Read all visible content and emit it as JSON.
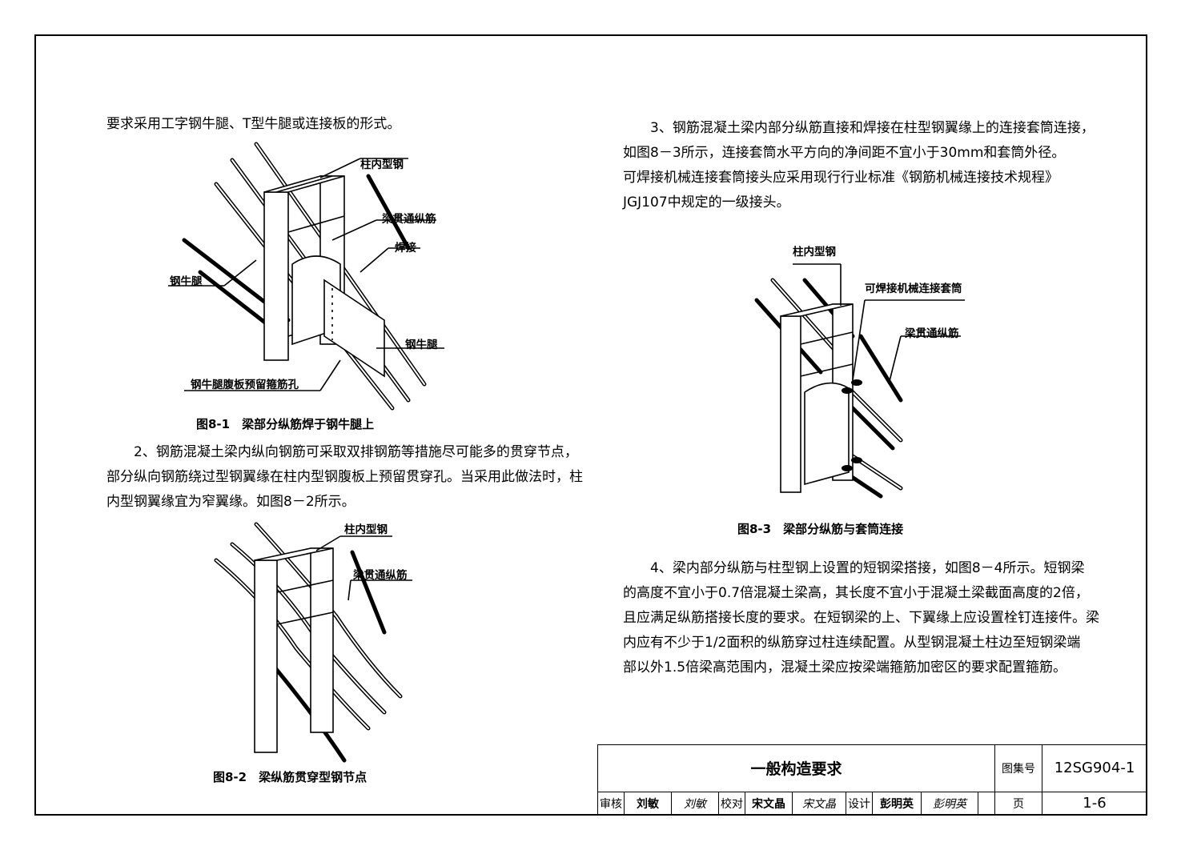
{
  "left": {
    "intro": "要求采用工字钢牛腿、T型牛腿或连接板的形式。",
    "fig1": {
      "caption": "图8-1　梁部分纵筋焊于钢牛腿上",
      "labels": [
        "柱内型钢",
        "梁贯通纵筋",
        "焊接",
        "钢牛腿",
        "钢牛腿",
        "钢牛腿腹板预留箍筋孔"
      ]
    },
    "para2": [
      "2、钢筋混凝土梁内纵向钢筋可采取双排钢筋等措施尽可能多的贯穿节点，",
      "部分纵向钢筋绕过型钢翼缘在柱内型钢腹板上预留贯穿孔。当采用此做法时，柱",
      "内型钢翼缘宜为窄翼缘。如图8－2所示。"
    ],
    "fig2": {
      "caption": "图8-2　梁纵筋贯穿型钢节点",
      "labels": [
        "柱内型钢",
        "梁贯通纵筋"
      ]
    }
  },
  "right": {
    "para3": [
      "3、钢筋混凝土梁内部分纵筋直接和焊接在柱型钢翼缘上的连接套筒连接，",
      "如图8－3所示，连接套筒水平方向的净间距不宜小于30mm和套筒外径。",
      "可焊接机械连接套筒接头应采用现行行业标准《钢筋机械连接技术规程》",
      "JGJ107中规定的一级接头。"
    ],
    "fig3": {
      "caption": "图8-3　梁部分纵筋与套筒连接",
      "labels": [
        "柱内型钢",
        "可焊接机械连接套筒",
        "梁贯通纵筋"
      ]
    },
    "para4": [
      "4、梁内部分纵筋与柱型钢上设置的短钢梁搭接，如图8－4所示。短钢梁",
      "的高度不宜小于0.7倍混凝土梁高，其长度不宜小于混凝土梁截面高度的2倍，",
      "且应满足纵筋搭接长度的要求。在短钢梁的上、下翼缘上应设置栓钉连接件。梁",
      "内应有不少于1/2面积的纵筋穿过柱连续配置。从型钢混凝土柱边至短钢梁端",
      "部以外1.5倍梁高范围内，混凝土梁应按梁端箍筋加密区的要求配置箍筋。"
    ]
  },
  "titleblock": {
    "title": "一般构造要求",
    "atlas_label": "图集号",
    "atlas_no": "12SG904-1",
    "page_label": "页",
    "page_no": "1-6",
    "review_label": "审核",
    "reviewer": "刘敏",
    "reviewer_sig": "刘敏",
    "check_label": "校对",
    "checker": "宋文晶",
    "checker_sig": "宋文晶",
    "design_label": "设计",
    "designer": "彭明英",
    "designer_sig": "彭明英"
  }
}
